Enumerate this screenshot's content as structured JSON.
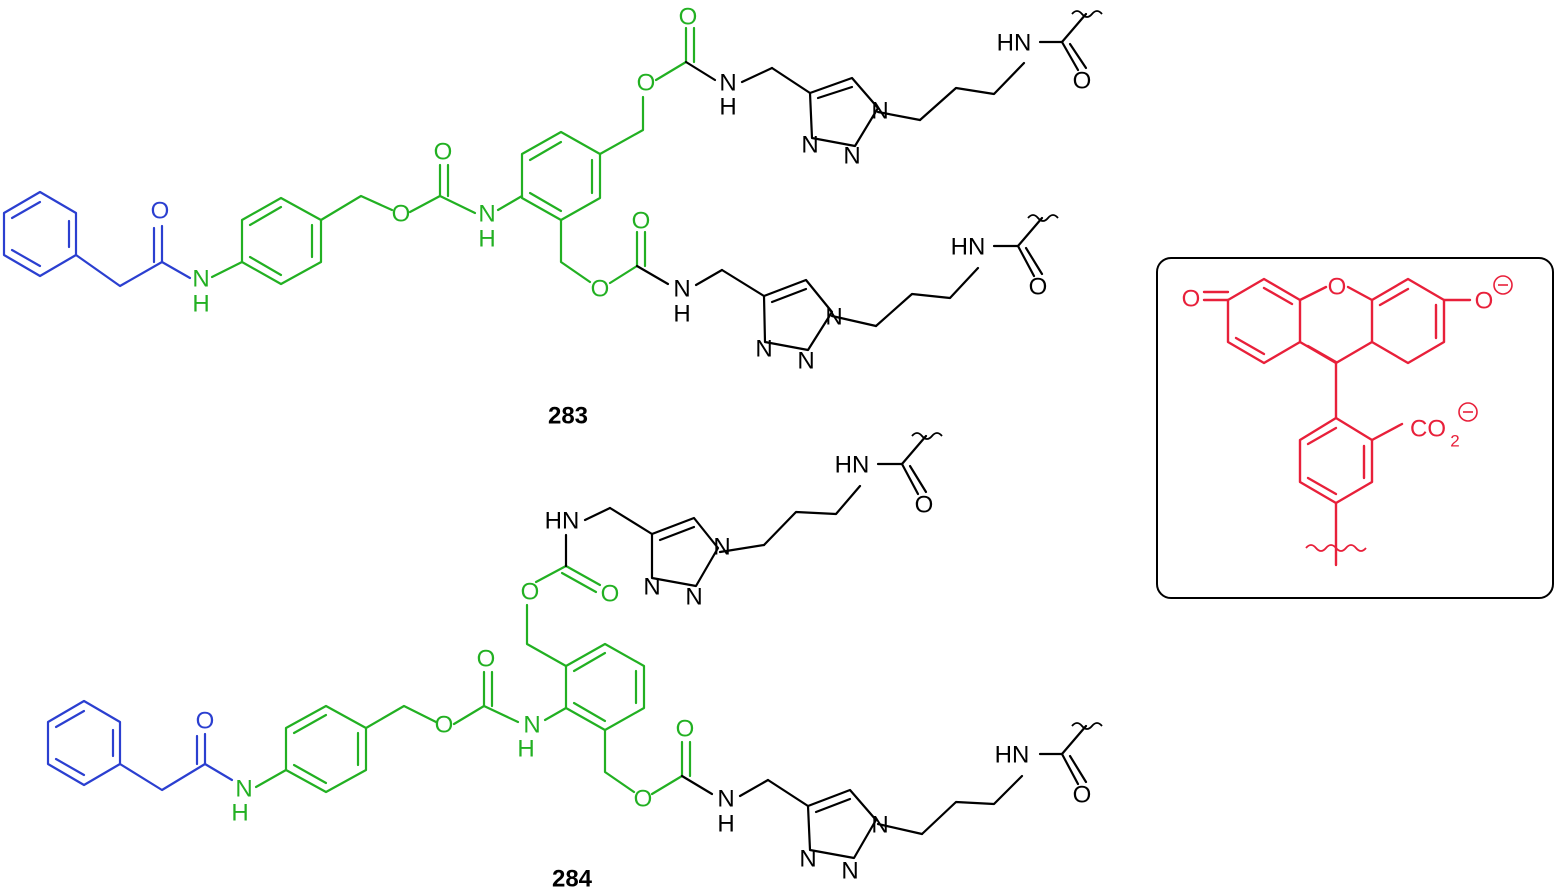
{
  "compounds": [
    {
      "label": "283"
    },
    {
      "label": "284"
    }
  ],
  "atoms": {
    "O": "O",
    "NH": "NH",
    "HN": "HN",
    "N_H_top": "N",
    "H": "H",
    "N": "N",
    "CO2": "CO",
    "CO2_sub": "2"
  },
  "colors": {
    "phenylacetyl": "#2b3fd0",
    "linker": "#22b022",
    "triazole_chain": "#000000",
    "fluorescein": "#e8203a"
  }
}
